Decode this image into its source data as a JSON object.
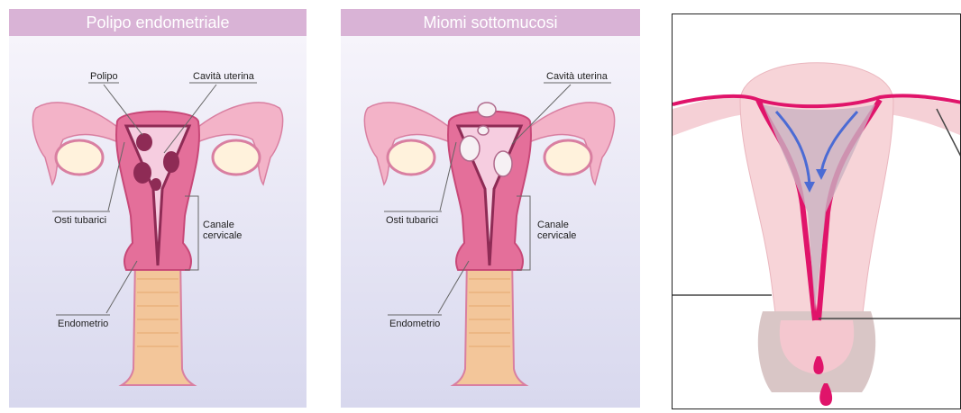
{
  "panel_a": {
    "title": "Polipo endometriale",
    "labels": {
      "polyp": "Polipo",
      "uterine_cavity": "Cavità uterina",
      "tubal_ostia": "Osti tubarici",
      "cervical_canal_line1": "Canale",
      "cervical_canal_line2": "cervicale",
      "endometrium": "Endometrio"
    }
  },
  "panel_b": {
    "title": "Miomi sottomucosi",
    "labels": {
      "uterine_cavity": "Cavità uterina",
      "tubal_ostia": "Osti tubarici",
      "cervical_canal_line1": "Canale",
      "cervical_canal_line2": "cervicale",
      "endometrium": "Endometrio"
    }
  },
  "colors": {
    "header": "#d9b3d6",
    "uterus": "#e46f9a",
    "cavity": "#f6cde0",
    "polyp": "#8e2b55",
    "ovary": "#fff2dc",
    "vagina": "#f3c69a",
    "tube": "#f3b3c8",
    "endometrium_line": "#e0146a",
    "arrow": "#4b6bd4"
  }
}
